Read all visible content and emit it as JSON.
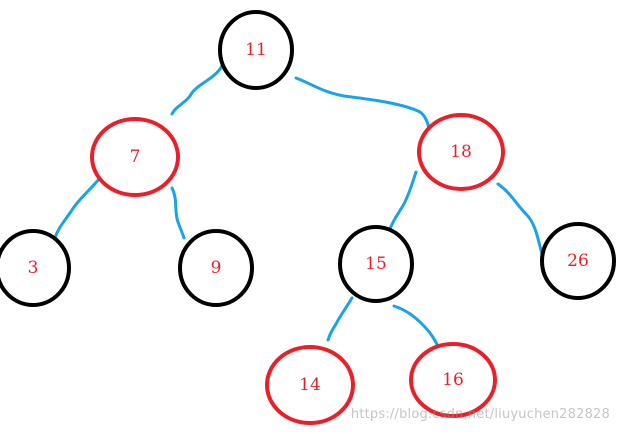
{
  "colors": {
    "black_node": "#000000",
    "red_node": "#e8202a",
    "edge": "#1aa3e8",
    "label": "#e8202a"
  },
  "nodes": [
    {
      "id": "n11",
      "label": "11",
      "color": "black"
    },
    {
      "id": "n7",
      "label": "7",
      "color": "red"
    },
    {
      "id": "n18",
      "label": "18",
      "color": "red"
    },
    {
      "id": "n3",
      "label": "3",
      "color": "black"
    },
    {
      "id": "n9",
      "label": "9",
      "color": "black"
    },
    {
      "id": "n15",
      "label": "15",
      "color": "black"
    },
    {
      "id": "n26",
      "label": "26",
      "color": "black"
    },
    {
      "id": "n14",
      "label": "14",
      "color": "red"
    },
    {
      "id": "n16",
      "label": "16",
      "color": "red"
    }
  ],
  "edges": [
    {
      "from": "n11",
      "to": "n7"
    },
    {
      "from": "n11",
      "to": "n18"
    },
    {
      "from": "n7",
      "to": "n3"
    },
    {
      "from": "n7",
      "to": "n9"
    },
    {
      "from": "n18",
      "to": "n15"
    },
    {
      "from": "n18",
      "to": "n26"
    },
    {
      "from": "n15",
      "to": "n14"
    },
    {
      "from": "n15",
      "to": "n16"
    }
  ],
  "watermark": "https://blog.csdn.net/liuyuchen282828"
}
